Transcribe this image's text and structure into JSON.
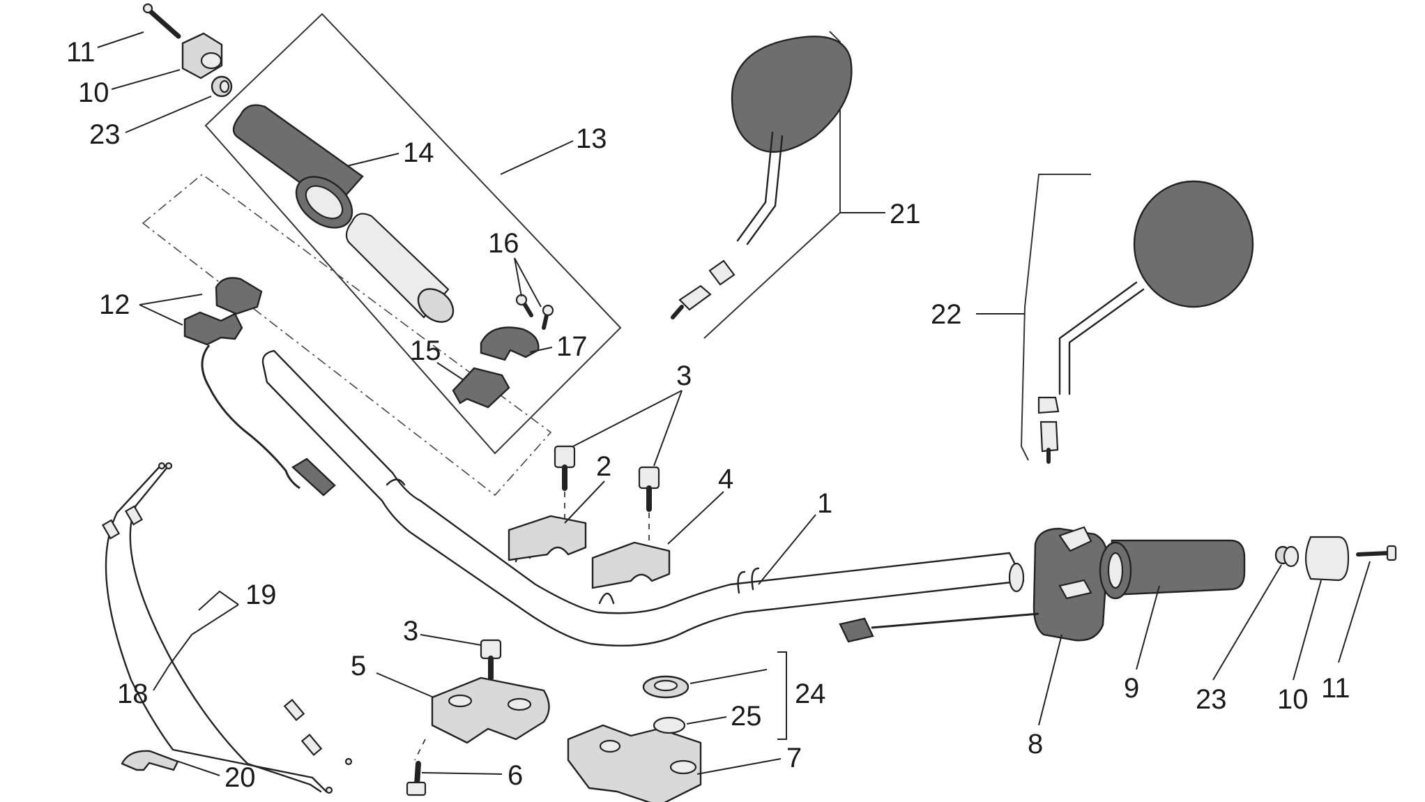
{
  "callouts": {
    "c1": "1",
    "c2": "2",
    "c3a": "3",
    "c3b": "3",
    "c4": "4",
    "c5": "5",
    "c6": "6",
    "c7": "7",
    "c8": "8",
    "c9": "9",
    "c10a": "10",
    "c10b": "10",
    "c11a": "11",
    "c11b": "11",
    "c12": "12",
    "c13": "13",
    "c14": "14",
    "c15": "15",
    "c16": "16",
    "c17": "17",
    "c18": "18",
    "c19": "19",
    "c20": "20",
    "c21": "21",
    "c22": "22",
    "c23a": "23",
    "c23b": "23",
    "c24": "24",
    "c25": "25"
  }
}
